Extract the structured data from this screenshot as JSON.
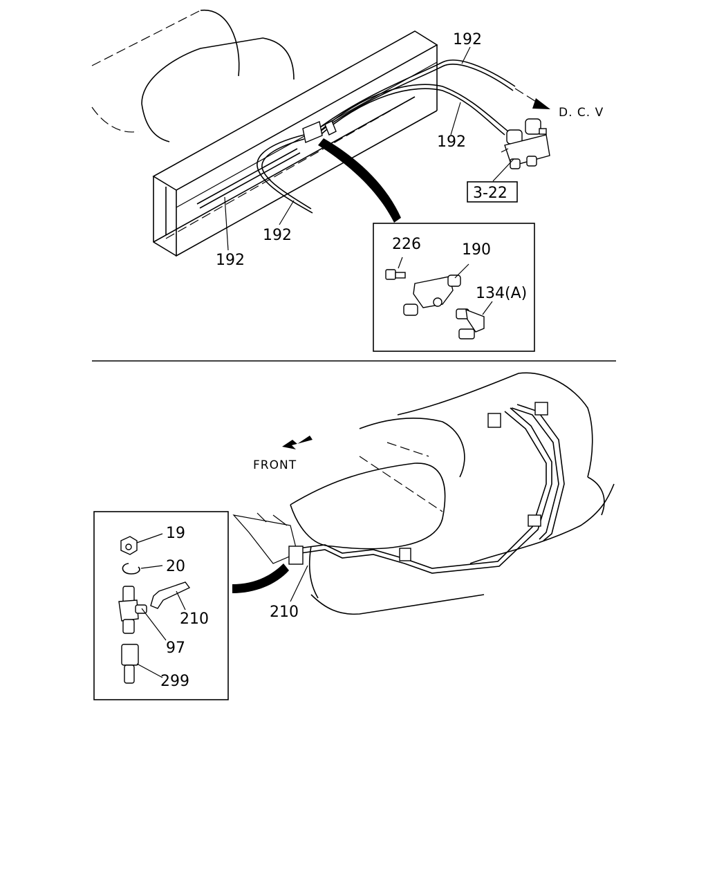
{
  "top_diagram": {
    "callouts": {
      "pipe_top": "192",
      "pipe_mid": "192",
      "pipe_lower": "192",
      "pipe_frame": "192",
      "dcv": "D. C. V",
      "ref_box": "3-22"
    },
    "detail": {
      "bolt": "226",
      "tee": "190",
      "elbow": "134(A)"
    }
  },
  "bottom_diagram": {
    "front": "FRONT",
    "pipe": "210",
    "detail": {
      "nut": "19",
      "clip": "20",
      "tee": "97",
      "hose": "210",
      "connector": "299"
    }
  }
}
